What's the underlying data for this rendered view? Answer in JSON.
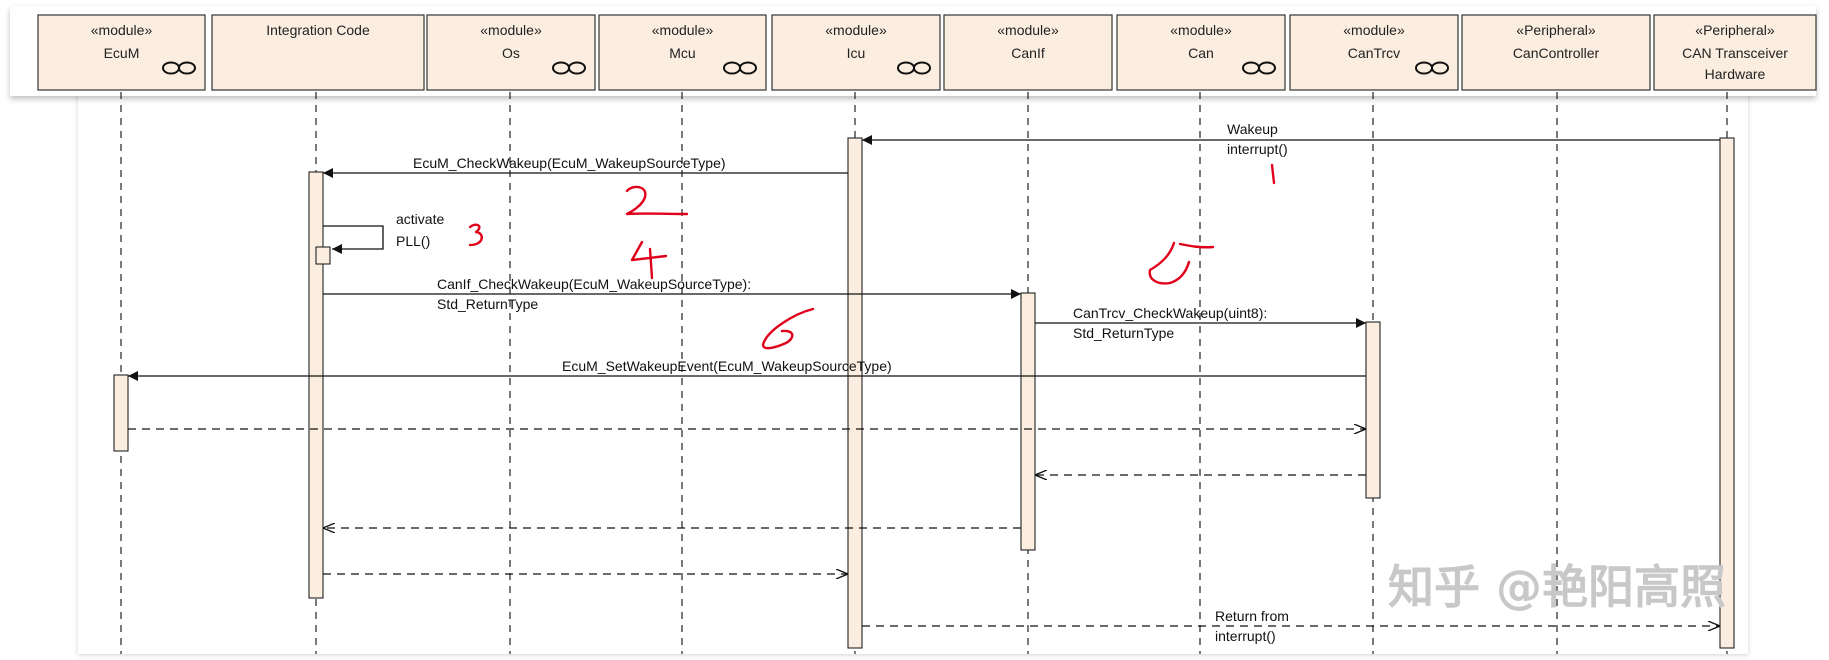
{
  "lifelines": [
    {
      "id": "ecum",
      "stereotype": "«module»",
      "name": "EcuM",
      "name2": "",
      "module_icon": true
    },
    {
      "id": "integration",
      "stereotype": "",
      "name": "Integration Code",
      "name2": "",
      "module_icon": false
    },
    {
      "id": "os",
      "stereotype": "«module»",
      "name": "Os",
      "name2": "",
      "module_icon": true
    },
    {
      "id": "mcu",
      "stereotype": "«module»",
      "name": "Mcu",
      "name2": "",
      "module_icon": true
    },
    {
      "id": "icu",
      "stereotype": "«module»",
      "name": "Icu",
      "name2": "",
      "module_icon": true
    },
    {
      "id": "canif",
      "stereotype": "«module»",
      "name": "CanIf",
      "name2": "",
      "module_icon": false
    },
    {
      "id": "can",
      "stereotype": "«module»",
      "name": "Can",
      "name2": "",
      "module_icon": true
    },
    {
      "id": "cantrcv",
      "stereotype": "«module»",
      "name": "CanTrcv",
      "name2": "",
      "module_icon": true
    },
    {
      "id": "cancontroller",
      "stereotype": "«Peripheral»",
      "name": "CanController",
      "name2": "",
      "module_icon": false
    },
    {
      "id": "cantrcvhw",
      "stereotype": "«Peripheral»",
      "name": "CAN Transceiver",
      "name2": "Hardware",
      "module_icon": false
    }
  ],
  "messages": [
    {
      "id": "wakeup-interrupt",
      "from": "cantrcvhw",
      "to": "icu",
      "type": "call",
      "line1": "Wakeup",
      "line2": "interrupt()",
      "annotation": "1"
    },
    {
      "id": "ecum-checkwakeup",
      "from": "icu",
      "to": "integration",
      "type": "call",
      "line1": "EcuM_CheckWakeup(EcuM_WakeupSourceType)",
      "line2": "",
      "annotation": "2"
    },
    {
      "id": "activate-pll",
      "from": "integration",
      "to": "integration",
      "type": "self",
      "line1": "activate",
      "line2": "PLL()",
      "annotation": "3"
    },
    {
      "id": "canif-checkwakeup",
      "from": "integration",
      "to": "canif",
      "type": "call",
      "line1": "CanIf_CheckWakeup(EcuM_WakeupSourceType):",
      "line2": "Std_ReturnType",
      "annotation": "4"
    },
    {
      "id": "cantrcv-checkwakeup",
      "from": "canif",
      "to": "cantrcv",
      "type": "call",
      "line1": "CanTrcv_CheckWakeup(uint8):",
      "line2": "Std_ReturnType",
      "annotation": "5"
    },
    {
      "id": "ecum-setwakeupevent",
      "from": "cantrcv",
      "to": "ecum",
      "type": "call",
      "line1": "EcuM_SetWakeupEvent(EcuM_WakeupSourceType)",
      "line2": "",
      "annotation": "6"
    },
    {
      "id": "return-ecum",
      "from": "ecum",
      "to": "cantrcv",
      "type": "return",
      "line1": "",
      "line2": ""
    },
    {
      "id": "return-cantrcv",
      "from": "cantrcv",
      "to": "canif",
      "type": "return",
      "line1": "",
      "line2": ""
    },
    {
      "id": "return-canif",
      "from": "canif",
      "to": "integration",
      "type": "return",
      "line1": "",
      "line2": ""
    },
    {
      "id": "return-integration",
      "from": "integration",
      "to": "icu",
      "type": "return",
      "line1": "",
      "line2": ""
    },
    {
      "id": "return-from-interrupt",
      "from": "icu",
      "to": "cantrcvhw",
      "type": "return",
      "line1": "Return from",
      "line2": "interrupt()"
    }
  ],
  "watermark": "知乎 @艳阳高照",
  "colors": {
    "activation_fill": "#fbeee0",
    "annotation": "#e0001b",
    "line": "#111111",
    "watermark": "#c8c8c8"
  }
}
